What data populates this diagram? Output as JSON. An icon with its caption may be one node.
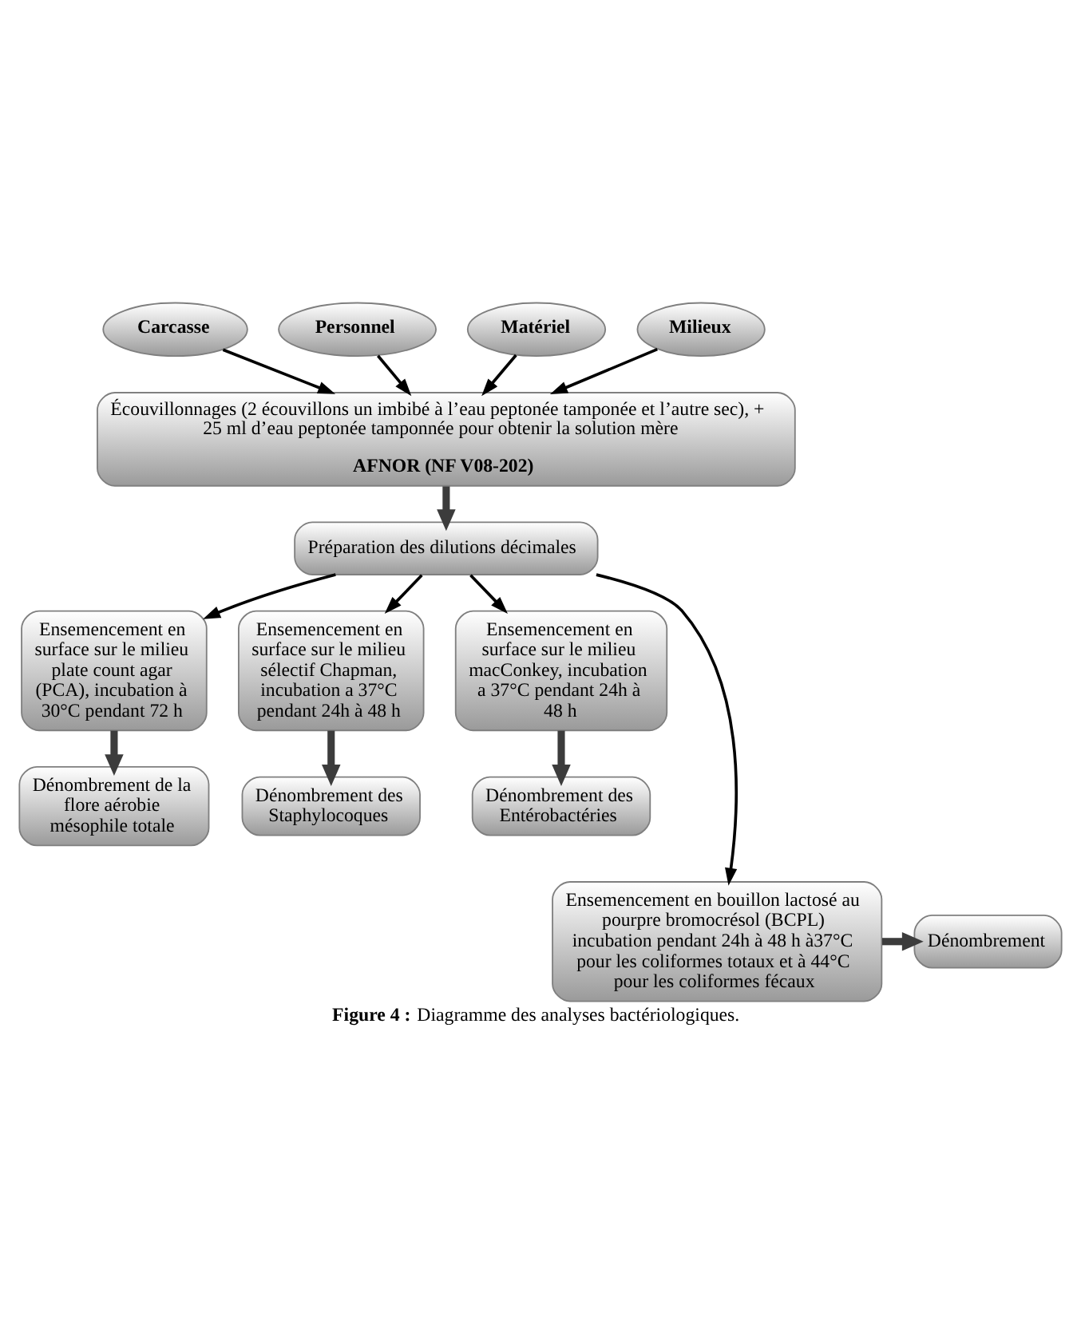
{
  "diagram": {
    "caption": "**Figure 4 :** Diagramme des analyses bactériologiques.",
    "nodes": [
      {
        "text": [
          "Carcasse"
        ]
      },
      {
        "text": [
          "Personnel"
        ]
      },
      {
        "text": [
          "Matériel"
        ]
      },
      {
        "text": [
          "Milieux"
        ]
      },
      {
        "text": [
          "Écouvillonnages (2 écouvillons un imbibé à l’eau peptonée tamponée et l’autre sec), + 25 ml d’eau peptonée tamponnée pour obtenir la solution mère",
          "AFNOR (NF V08-202)"
        ]
      },
      {
        "text": [
          "Préparation des dilutions décimales"
        ]
      },
      {
        "text": [
          "Ensemencement en surface sur le milieu plate count agar (PCA), incubation à 30°C pendant 72 h"
        ]
      },
      {
        "text": [
          "Ensemencement en surface sur le milieu sélectif Chapman, incubation a 37°C pendant 24h à 48 h"
        ]
      },
      {
        "text": [
          "Ensemencement en surface sur le milieu macConkey, incubation a 37°C pendant 24h à 48 h"
        ]
      },
      {
        "text": [
          "Dénombrement de la flore aérobie mésophile totale"
        ]
      },
      {
        "text": [
          "Dénombrement des Staphylocoques"
        ]
      },
      {
        "text": [
          "Dénombrement des Entérobactéries"
        ]
      },
      {
        "text": [
          "Ensemencement en bouillon lactosé au pourpre bromocrésol (BCPL) incubation pendant 24h à 48 h à37°C pour les coliformes totaux et à 44°C pour les coliformes fécaux"
        ]
      },
      {
        "text": [
          "Dénombrement"
        ]
      }
    ],
    "edges": [
      {
        "from": 0,
        "to": 4,
        "arrow": "to"
      },
      {
        "from": 1,
        "to": 4,
        "arrow": "to"
      },
      {
        "from": 2,
        "to": 4,
        "arrow": "to"
      },
      {
        "from": 3,
        "to": 4,
        "arrow": "to"
      },
      {
        "from": 4,
        "to": 5,
        "arrow": "to",
        "style": "thick"
      },
      {
        "from": 5,
        "to": 6,
        "arrow": "to"
      },
      {
        "from": 5,
        "to": 7,
        "arrow": "to"
      },
      {
        "from": 5,
        "to": 8,
        "arrow": "to"
      },
      {
        "from": 5,
        "to": 12,
        "arrow": "to"
      },
      {
        "from": 6,
        "to": 9,
        "arrow": "to",
        "style": "thick"
      },
      {
        "from": 7,
        "to": 10,
        "arrow": "to",
        "style": "thick"
      },
      {
        "from": 8,
        "to": 11,
        "arrow": "to",
        "style": "thick"
      },
      {
        "from": 12,
        "to": 13,
        "arrow": "to",
        "style": "thick"
      }
    ]
  }
}
